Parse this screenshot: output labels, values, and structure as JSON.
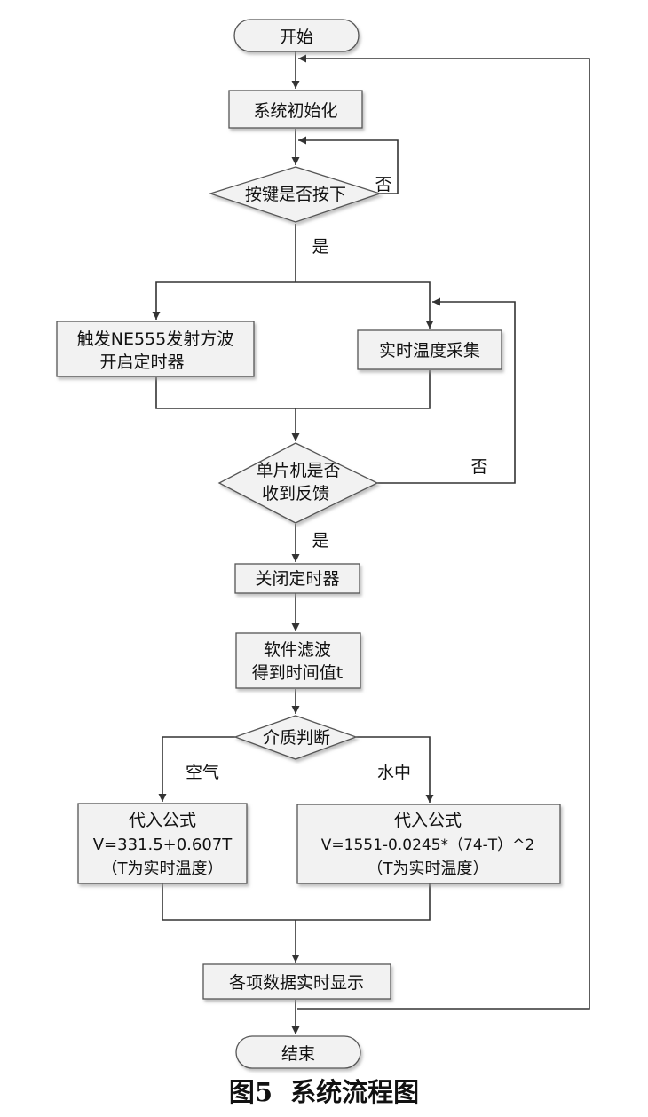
{
  "nodes": {
    "start": "开始",
    "init": "系统初始化",
    "key_check": "按键是否按下",
    "trigger_line1": "触发NE555发射方波",
    "trigger_line2": "开启定时器",
    "temp_collect": "实时温度采集",
    "feedback_line1": "单片机是否",
    "feedback_line2": "收到反馈",
    "close_timer": "关闭定时器",
    "filter_line1": "软件滤波",
    "filter_line2": "得到时间值t",
    "medium_check": "介质判断",
    "air_line1": "代入公式",
    "air_line2": "V=331.5+0.607T",
    "air_line3": "（T为实时温度）",
    "water_line1": "代入公式",
    "water_line2": "V=1551-0.0245*（74-T）^2",
    "water_line3": "（T为实时温度）",
    "display": "各项数据实时显示",
    "end": "结束"
  },
  "edge_labels": {
    "key_no": "否",
    "key_yes": "是",
    "feedback_no": "否",
    "feedback_yes": "是",
    "air": "空气",
    "water": "水中"
  },
  "caption": "图5  系统流程图",
  "colors": {
    "box_fill": "#f2f2f2",
    "box_stroke": "#555555",
    "line": "#333333"
  }
}
